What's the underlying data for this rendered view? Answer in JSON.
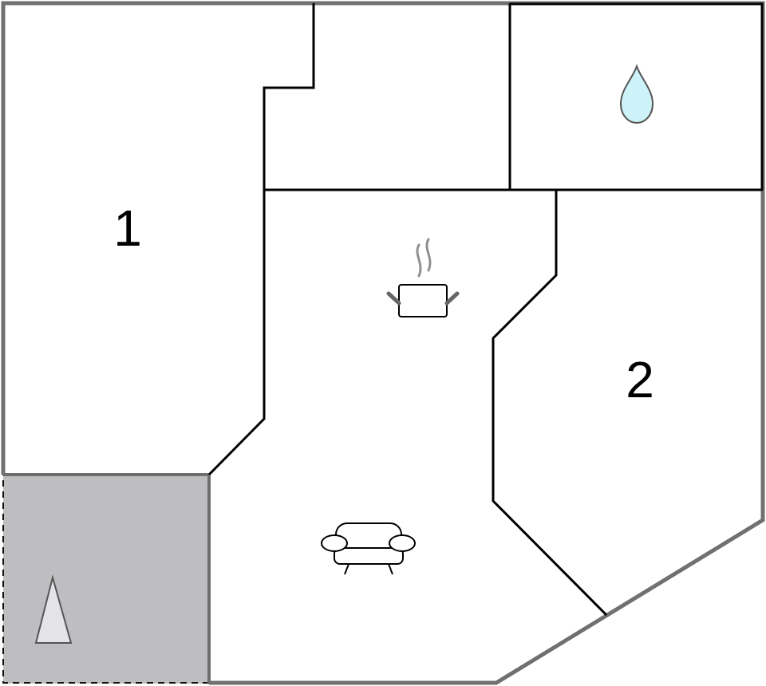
{
  "floorplan": {
    "rooms": [
      {
        "id": "bedroom-1",
        "label": "1"
      },
      {
        "id": "bedroom-2",
        "label": "2"
      },
      {
        "id": "bathroom",
        "icon": "water-drop-icon"
      },
      {
        "id": "kitchen-living",
        "icons": [
          "cooking-pot-icon",
          "sofa-icon"
        ]
      },
      {
        "id": "terrace",
        "icon": "conifer-tree-icon"
      }
    ],
    "colors": {
      "outer_wall": "#707070",
      "inner_wall": "#000000",
      "terrace_fill": "#bebec0",
      "drop_fill": "#cdf3f8",
      "tree_fill": "#e4e4e8",
      "background": "#ffffff"
    }
  }
}
